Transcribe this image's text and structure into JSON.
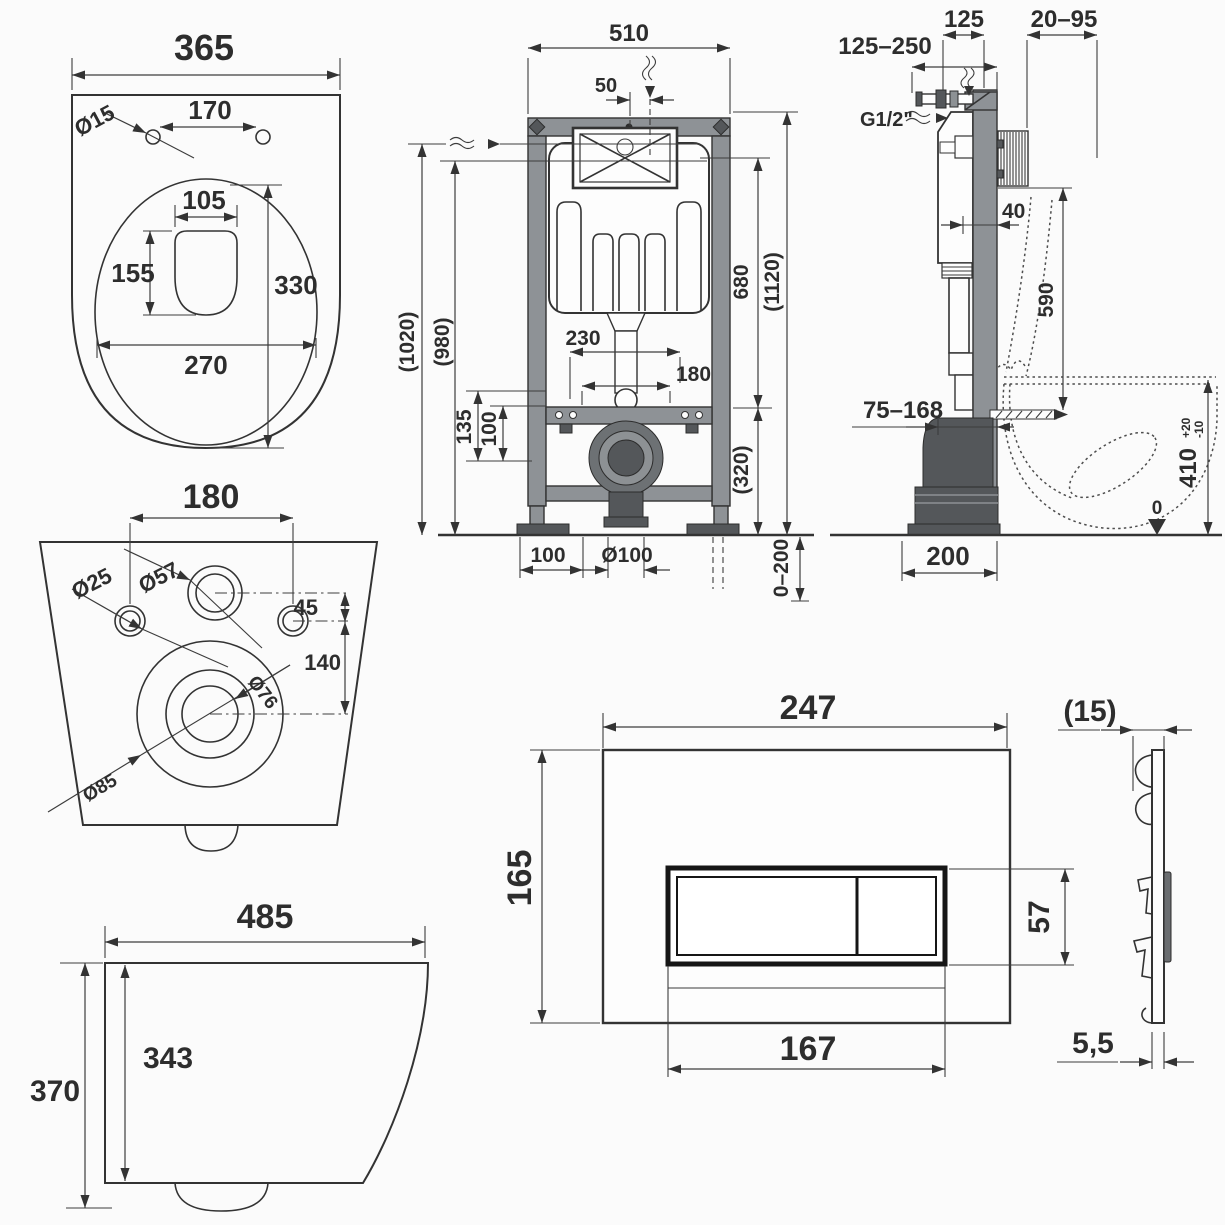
{
  "page": {
    "background": "#fbfbfb",
    "line_color": "#333333"
  },
  "views": {
    "toilet_top": {
      "width": "365",
      "hole_spacing": "170",
      "hole_dia": "Ø15",
      "inner_width": "105",
      "inner_depth": "155",
      "bowl_depth": "330",
      "bowl_width": "270"
    },
    "toilet_bottom": {
      "fixing_spacing": "180",
      "fixing_hole_dia": "Ø25",
      "inlet_dia": "Ø57",
      "inlet_offset": "45",
      "outlet_offset": "140",
      "outlet_outer_dia": "Ø85",
      "outlet_inner_dia": "Ø76"
    },
    "toilet_side": {
      "depth": "485",
      "body_height": "343",
      "total_height": "370"
    },
    "frame_front": {
      "width": "510",
      "inlet_offset": "50",
      "pipe_height": "(1020)",
      "water_height": "(980)",
      "cistern_top_height": "680",
      "total_height": "(1120)",
      "rod_spacing": "230",
      "bolt_spacing": "180",
      "dim_135": "135",
      "dim_100": "100",
      "lower_height": "(320)",
      "foot_offset": "100",
      "drain_dia": "Ø100",
      "foot_adjust": "0–200"
    },
    "frame_side": {
      "arm_range": "125–250",
      "depth": "125",
      "wall_range": "20–95",
      "supply_thread": "G1/2\"",
      "profile_depth": "40",
      "flush_height": "590",
      "outlet_range": "75–168",
      "bowl_height": "410",
      "tol_plus": "+20",
      "tol_minus": "-10",
      "datum": "0",
      "base_depth": "200"
    },
    "plate_front": {
      "width": "247",
      "height": "165",
      "button_height": "57",
      "button_width": "167"
    },
    "plate_side": {
      "depth": "(15)",
      "thickness": "5,5"
    }
  }
}
